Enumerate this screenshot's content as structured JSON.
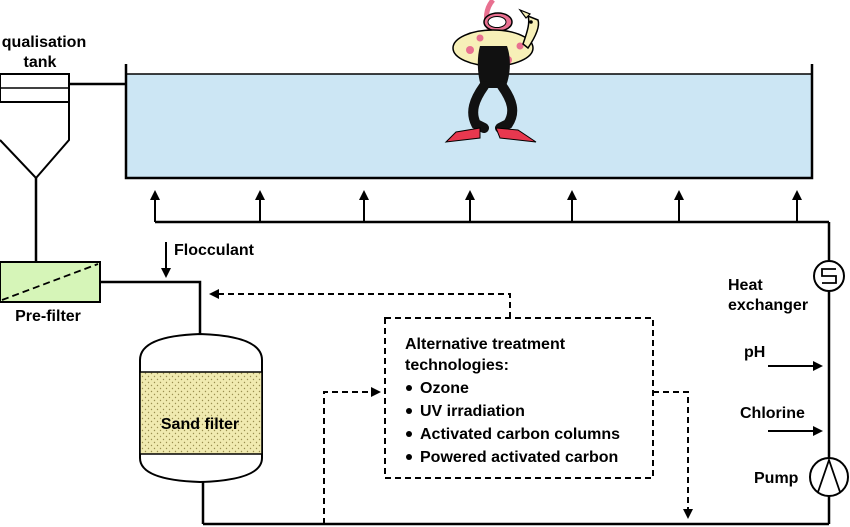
{
  "labels": {
    "equalisation_line1": "qualisation",
    "equalisation_line2": "tank",
    "flocculant": "Flocculant",
    "prefilter": "Pre-filter",
    "sand_filter": "Sand filter",
    "heat_line1": "Heat",
    "heat_line2": "exchanger",
    "ph": "pH",
    "chlorine": "Chlorine",
    "pump": "Pump"
  },
  "alternative": {
    "title_line1": "Alternative treatment",
    "title_line2": "technologies:",
    "items": [
      "Ozone",
      "UV irradiation",
      "Activated carbon columns",
      "Powered activated carbon"
    ]
  },
  "colors": {
    "pool_water": "#cce6f4",
    "prefilter_fill": "#d6f5b8",
    "sand_fill": "#f0eab0",
    "fin_color": "#e8384f",
    "line": "#000000"
  }
}
